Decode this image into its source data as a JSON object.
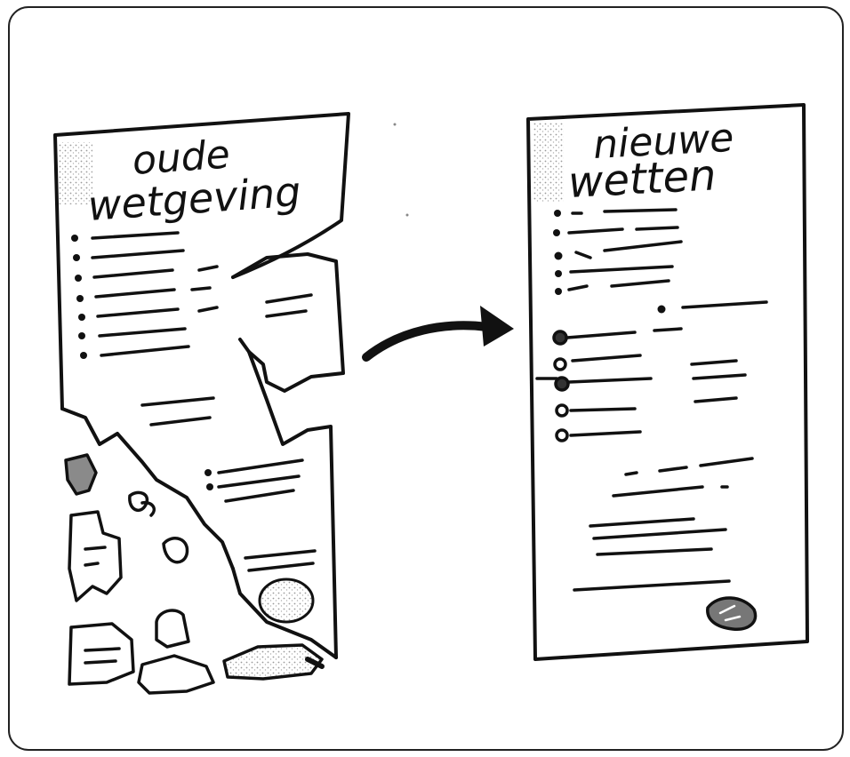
{
  "palette": {
    "ink": "#111111",
    "paper": "#ffffff",
    "shade": "#8a8a8a",
    "frame": "#222222"
  },
  "old_document": {
    "title_line1": "oude",
    "title_line2": "wetgeving"
  },
  "new_document": {
    "title_line1": "nieuwe",
    "title_line2": "wetten"
  },
  "arrow": {
    "icon": "arrow-right-icon"
  }
}
